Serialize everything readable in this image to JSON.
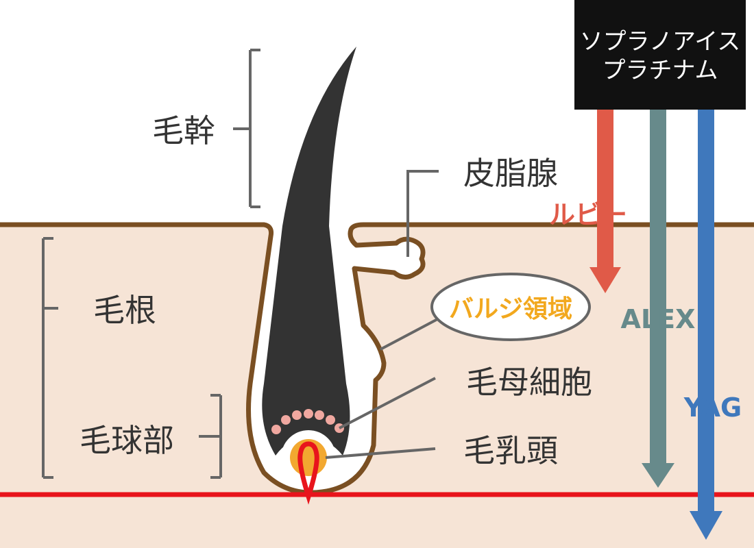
{
  "labels": {
    "hair_shaft": "毛幹",
    "sebaceous_gland": "皮脂腺",
    "hair_root": "毛根",
    "bulge_region": "バルジ領域",
    "hair_matrix_cells": "毛母細胞",
    "hair_bulb": "毛球部",
    "dermal_papilla": "毛乳頭"
  },
  "device": {
    "line1": "ソプラノアイス",
    "line2": "プラチナム"
  },
  "lasers": [
    {
      "name": "ルビー",
      "color": "#e05a48"
    },
    {
      "name": "ALEX",
      "color": "#678a8b"
    },
    {
      "name": "YAG",
      "color": "#3f78bc"
    }
  ],
  "colors": {
    "skin": "#f6e4d6",
    "follicle": "#7a4f22",
    "hair": "#333333",
    "vessel": "#e8141c",
    "bulge_text": "#f2a81e"
  }
}
